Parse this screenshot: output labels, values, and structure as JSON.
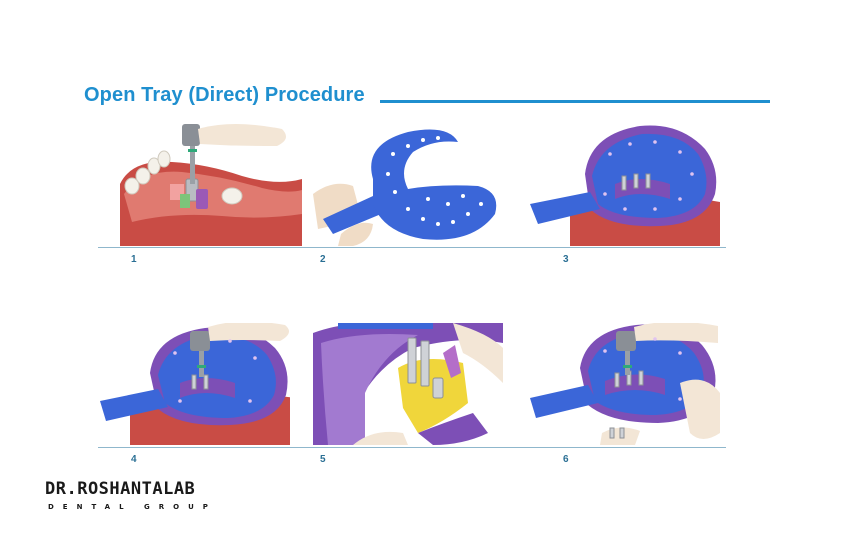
{
  "title": "Open Tray (Direct) Procedure",
  "steps": [
    {
      "number": "1"
    },
    {
      "number": "2"
    },
    {
      "number": "3"
    },
    {
      "number": "4"
    },
    {
      "number": "5"
    },
    {
      "number": "6"
    }
  ],
  "logo": {
    "main": "DR.ROSHANTALAB",
    "sub": "DENTAL GROUP"
  },
  "colors": {
    "title": "#1f8fcf",
    "tray": "#3b66d8",
    "impression": "#7d4fb6",
    "gum": "#d8645a",
    "yellow_material": "#f0d63b",
    "metal": "#b9bcc2"
  }
}
